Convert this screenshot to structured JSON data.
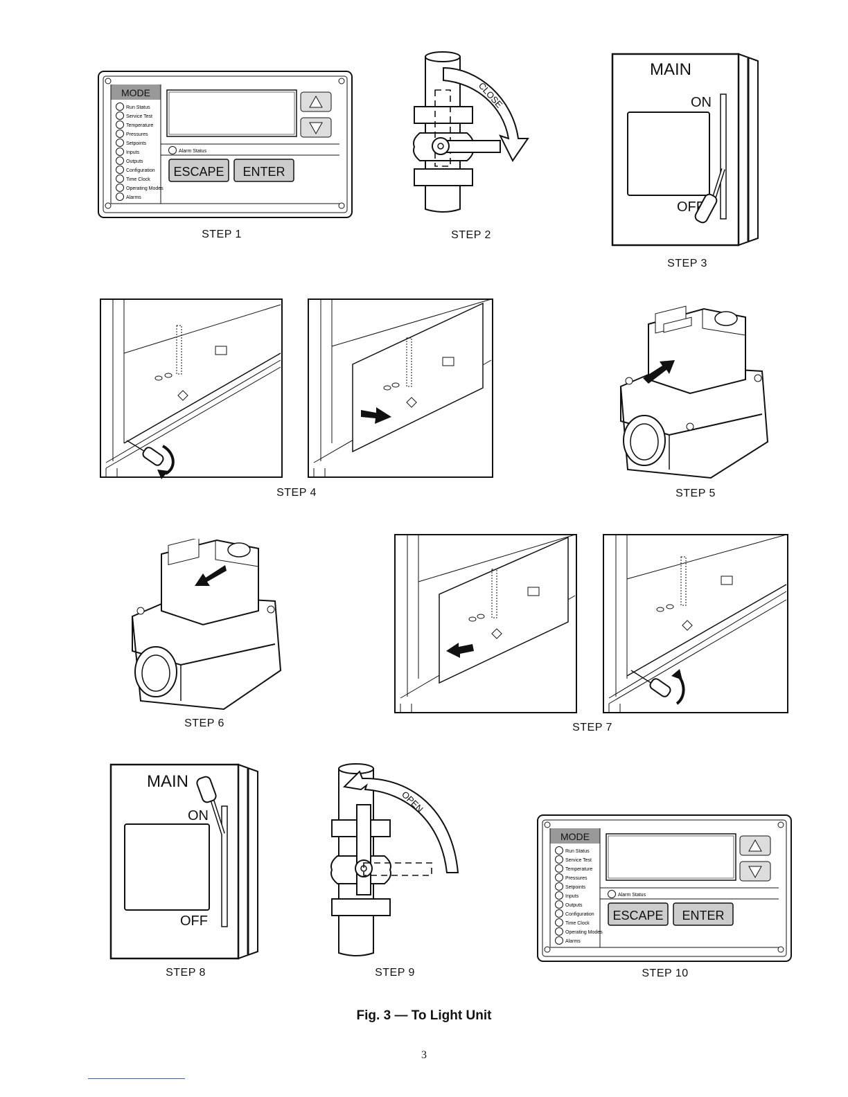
{
  "panel": {
    "mode": "MODE",
    "leds": [
      "Run Status",
      "Service Test",
      "Temperature",
      "Pressures",
      "Setpoints",
      "Inputs",
      "Outputs",
      "Configuration",
      "Time Clock",
      "Operating Modes",
      "Alarms"
    ],
    "alarm_status": "Alarm Status",
    "escape": "ESCAPE",
    "enter": "ENTER"
  },
  "valve": {
    "close": "CLOSE",
    "open": "OPEN"
  },
  "switch": {
    "main": "MAIN",
    "on": "ON",
    "off": "OFF"
  },
  "steps": [
    "STEP 1",
    "STEP 2",
    "STEP 3",
    "STEP 4",
    "STEP 5",
    "STEP 6",
    "STEP 7",
    "STEP 8",
    "STEP 9",
    "STEP 10"
  ],
  "figure_title": "Fig. 3 — To Light Unit",
  "page_number": "3"
}
